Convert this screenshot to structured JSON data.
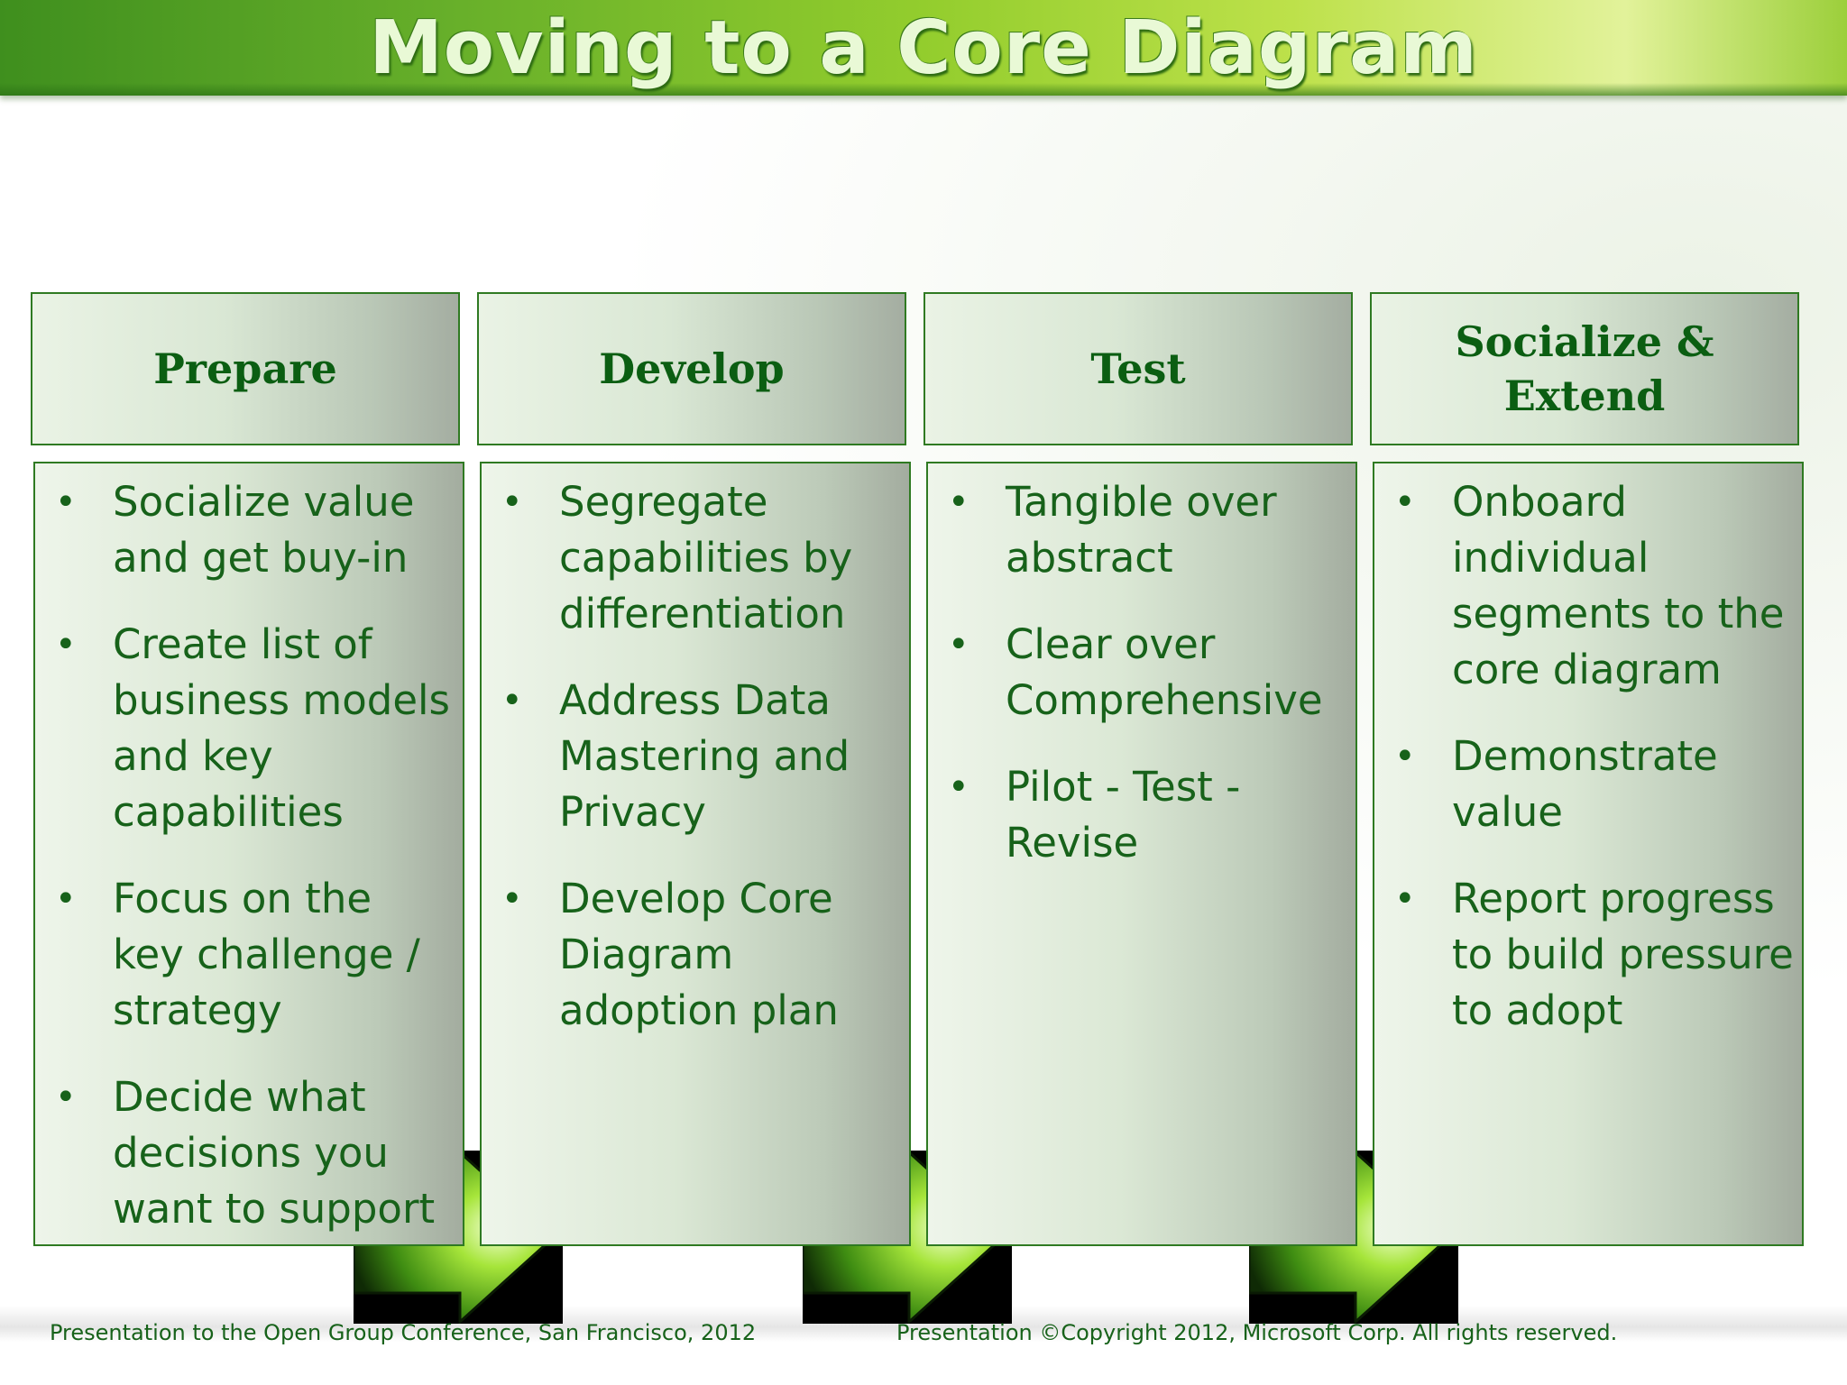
{
  "title": "Moving to a Core Diagram",
  "stages": [
    {
      "header": "Prepare",
      "bullets": [
        "Socialize value and get buy-in",
        "Create list of business models and key capabilities",
        "Focus on the key challenge / strategy",
        "Decide what decisions you want to support"
      ]
    },
    {
      "header": "Develop",
      "bullets": [
        "Segregate capabilities by differentiation",
        "Address Data Mastering and Privacy",
        "Develop Core Diagram adoption plan"
      ]
    },
    {
      "header": "Test",
      "bullets": [
        "Tangible over abstract",
        "Clear over Comprehensive",
        "Pilot - Test - Revise"
      ]
    },
    {
      "header": "Socialize & Extend",
      "bullets": [
        "Onboard individual segments to the core diagram",
        "Demonstrate value",
        "Report progress to build pressure to adopt"
      ]
    }
  ],
  "bullet_glyph": "•",
  "footer": {
    "left": "Presentation to the Open Group Conference, San Francisco, 2012",
    "right": "Presentation ©Copyright 2012, Microsoft Corp. All rights reserved."
  },
  "colors": {
    "text_green": "#17621a",
    "header_green": "#0b5e12",
    "border_green": "#2f7a22",
    "arrow_green": "#7fcf2a"
  },
  "icons": [
    "right-arrow-icon"
  ]
}
